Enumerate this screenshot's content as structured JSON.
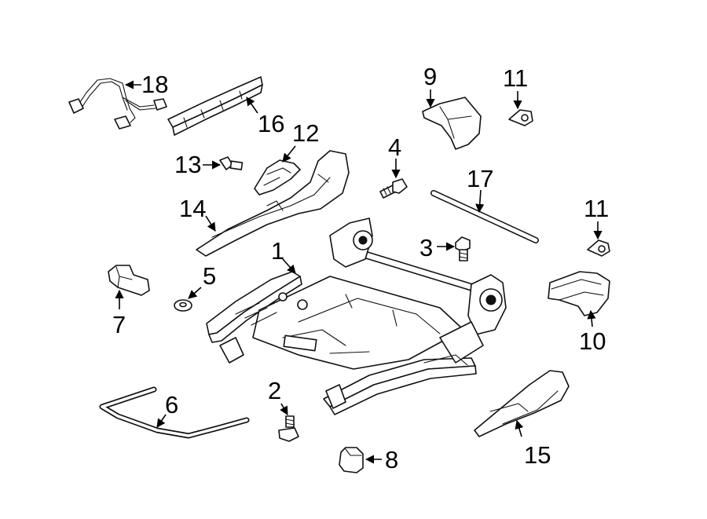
{
  "callouts": {
    "c1": "1",
    "c2": "2",
    "c3": "3",
    "c4": "4",
    "c5": "5",
    "c6": "6",
    "c7": "7",
    "c8": "8",
    "c9": "9",
    "c10": "10",
    "c11a": "11",
    "c11b": "11",
    "c12": "12",
    "c13": "13",
    "c14": "14",
    "c15": "15",
    "c16": "16",
    "c17": "17",
    "c18": "18"
  }
}
